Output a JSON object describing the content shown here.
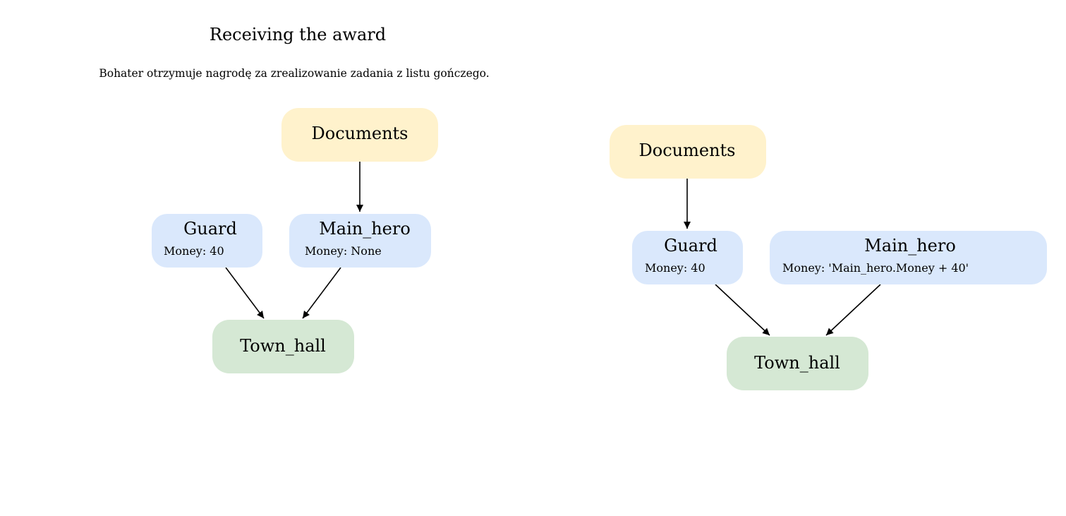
{
  "title": "Receiving the award",
  "description": "Bohater otrzymuje nagrodę za zrealizowanie zadania z listu gończego.",
  "colors": {
    "item": "#fff2cc",
    "character": "#dae8fc",
    "location": "#d5e8d4",
    "edge": "#000000"
  },
  "left_graph": {
    "documents": {
      "label": "Documents"
    },
    "guard": {
      "label": "Guard",
      "attr": "Money: 40"
    },
    "main_hero": {
      "label": "Main_hero",
      "attr": "Money: None"
    },
    "town_hall": {
      "label": "Town_hall"
    }
  },
  "right_graph": {
    "documents": {
      "label": "Documents"
    },
    "guard": {
      "label": "Guard",
      "attr": "Money: 40"
    },
    "main_hero": {
      "label": "Main_hero",
      "attr": "Money: 'Main_hero.Money + 40'"
    },
    "town_hall": {
      "label": "Town_hall"
    }
  }
}
